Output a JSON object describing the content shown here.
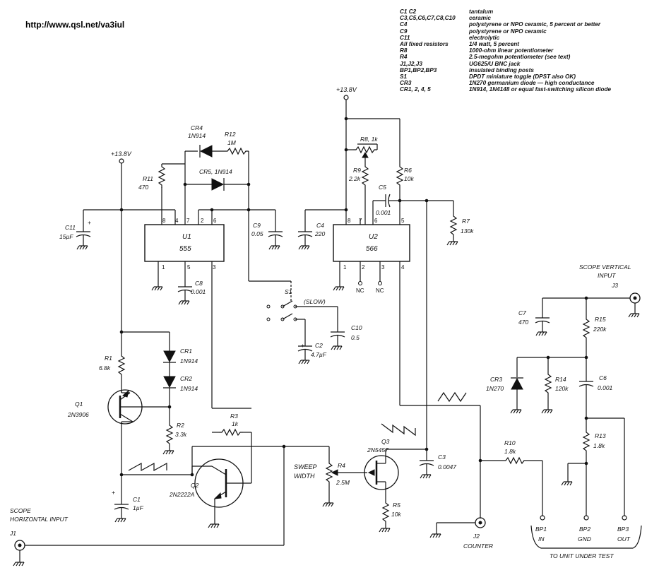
{
  "header": {
    "url": "http://www.qsl.net/va3iul"
  },
  "parts_list": [
    {
      "ref": "C1 C2",
      "desc": "tantalum"
    },
    {
      "ref": "C3,C5,C6,C7,C8,C10",
      "desc": "ceramic"
    },
    {
      "ref": "C4",
      "desc": "polystyrene or NPO ceramic, 5 percent or better"
    },
    {
      "ref": "C9",
      "desc": "polystyrene or NPO ceramic"
    },
    {
      "ref": "C11",
      "desc": "electrolytic"
    },
    {
      "ref": "All fixed resistors",
      "desc": "1/4 watt, 5 percent"
    },
    {
      "ref": "R8",
      "desc": "1000-ohm linear potentiometer"
    },
    {
      "ref": "R4",
      "desc": "2.5-megohm potentiometer (see text)"
    },
    {
      "ref": "J1,J2,J3",
      "desc": "UG625/U BNC jack"
    },
    {
      "ref": "BP1,BP2,BP3",
      "desc": "insulated binding posts"
    },
    {
      "ref": "S1",
      "desc": "DPDT miniature toggle (DPST also OK)"
    },
    {
      "ref": "CR3",
      "desc": "1N270 germanium diode — high conductance"
    },
    {
      "ref": "CR1, 2, 4, 5",
      "desc": "1N914, 1N4148 or equal fast-switching silicon diode"
    }
  ],
  "labels": {
    "supply1": "+13.8V",
    "supply2": "+13.8V",
    "cr4": "CR4",
    "cr4_val": "1N914",
    "r12": "R12",
    "r12_val": "1M",
    "cr5": "CR5, 1N914",
    "r11": "R11",
    "r11_val": "470",
    "c11": "C11",
    "c11_val": "15µF",
    "u1": "U1",
    "u1_part": "555",
    "c9": "C9",
    "c9_val": "0.05",
    "c8": "C8",
    "c8_val": "0.001",
    "s1": "S1",
    "slow": "(SLOW)",
    "c10": "C10",
    "c10_val": "0.5",
    "c2": "C2",
    "c2_val": "4.7µF",
    "r8": "R8, 1k",
    "r9": "R9",
    "r9_val": "2.2k",
    "r6": "R6",
    "r6_val": "10k",
    "c5": "C5",
    "c5_val": "0.001",
    "r7": "R7",
    "r7_val": "130k",
    "c4": "C4",
    "c4_val": "220",
    "u2": "U2",
    "u2_part": "566",
    "nc1": "NC",
    "nc2": "NC",
    "cr1": "CR1",
    "cr1_val": "1N914",
    "cr2": "CR2",
    "cr2_val": "1N914",
    "r1": "R1",
    "r1_val": "6.8k",
    "q1": "Q1",
    "q1_part": "2N3906",
    "r2": "R2",
    "r2_val": "3.3k",
    "r3": "R3",
    "r3_val": "1k",
    "c1": "C1",
    "c1_val": "1µF",
    "q2": "Q2",
    "q2_part": "2N2222A",
    "sweep1": "SWEEP",
    "sweep2": "WIDTH",
    "r4": "R4",
    "r4_val": "2.5M",
    "q3": "Q3",
    "q3_part": "2N5457",
    "r5": "R5",
    "r5_val": "10k",
    "c3": "C3",
    "c3_val": "0.0047",
    "r10": "R10",
    "r10_val": "1.8k",
    "scope_v1": "SCOPE VERTICAL",
    "scope_v2": "INPUT",
    "j3": "J3",
    "c7": "C7",
    "c7_val": "470",
    "r15": "R15",
    "r15_val": "220k",
    "cr3": "CR3",
    "cr3_val": "1N270",
    "r14": "R14",
    "r14_val": "120k",
    "c6": "C6",
    "c6_val": "0.001",
    "r13": "R13",
    "r13_val": "1.8k",
    "scope_h1": "SCOPE",
    "scope_h2": "HORIZONTAL INPUT",
    "j1": "J1",
    "j2": "J2",
    "counter": "COUNTER",
    "bp1": "BP1",
    "bp1_sub": "IN",
    "bp2": "BP2",
    "bp2_sub": "GND",
    "bp3": "BP3",
    "bp3_sub": "OUT",
    "to_unit": "TO UNIT UNDER TEST",
    "p_u1_8": "8",
    "p_u1_4": "4",
    "p_u1_7": "7",
    "p_u1_2": "2",
    "p_u1_6": "6",
    "p_u1_1": "1",
    "p_u1_5": "5",
    "p_u1_3": "3",
    "p_u2_8": "8",
    "p_u2_7": "7",
    "p_u2_6": "6",
    "p_u2_5": "5",
    "p_u2_1": "1",
    "p_u2_2": "2",
    "p_u2_3": "3",
    "p_u2_4": "4"
  }
}
